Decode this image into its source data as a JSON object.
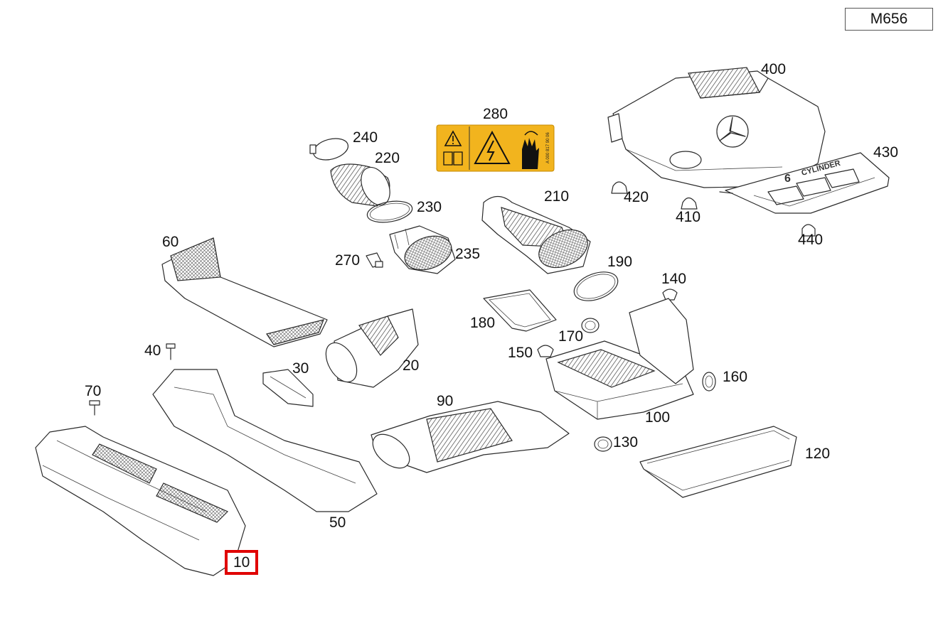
{
  "model_code": "M656",
  "selected_callout": "10",
  "colors": {
    "highlight": "#e00000",
    "label_yellow": "#f2b41e",
    "line": "#2a2a2a"
  },
  "callouts": [
    {
      "id": "400",
      "label": "400"
    },
    {
      "id": "280",
      "label": "280"
    },
    {
      "id": "240",
      "label": "240"
    },
    {
      "id": "220",
      "label": "220"
    },
    {
      "id": "430",
      "label": "430"
    },
    {
      "id": "210",
      "label": "210"
    },
    {
      "id": "230",
      "label": "230"
    },
    {
      "id": "420",
      "label": "420"
    },
    {
      "id": "410",
      "label": "410"
    },
    {
      "id": "440",
      "label": "440"
    },
    {
      "id": "60",
      "label": "60"
    },
    {
      "id": "235",
      "label": "235"
    },
    {
      "id": "270",
      "label": "270"
    },
    {
      "id": "190",
      "label": "190"
    },
    {
      "id": "140",
      "label": "140"
    },
    {
      "id": "180",
      "label": "180"
    },
    {
      "id": "170",
      "label": "170"
    },
    {
      "id": "150",
      "label": "150"
    },
    {
      "id": "40",
      "label": "40"
    },
    {
      "id": "30",
      "label": "30"
    },
    {
      "id": "20",
      "label": "20"
    },
    {
      "id": "160",
      "label": "160"
    },
    {
      "id": "70",
      "label": "70"
    },
    {
      "id": "90",
      "label": "90"
    },
    {
      "id": "100",
      "label": "100"
    },
    {
      "id": "130",
      "label": "130"
    },
    {
      "id": "120",
      "label": "120"
    },
    {
      "id": "50",
      "label": "50"
    },
    {
      "id": "10",
      "label": "10"
    }
  ],
  "warning_label": {
    "part_number": "A 000 817 90 06"
  },
  "engine_cover": {
    "badge_text": "CYLINDER",
    "badge_numeral": "6"
  }
}
